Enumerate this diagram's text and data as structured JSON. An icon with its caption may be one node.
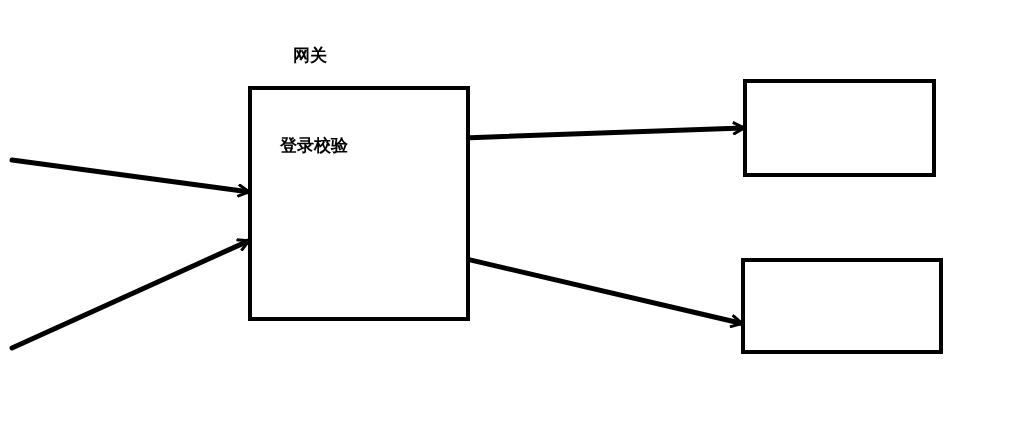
{
  "diagram": {
    "nodes": [
      {
        "text": [
          "网关",
          "登录校验"
        ]
      },
      {
        "text": [],
        "shape": "box"
      },
      {
        "text": [],
        "shape": "box"
      }
    ],
    "edges": [
      {
        "from": null,
        "to": 0,
        "arrow": "to"
      },
      {
        "from": null,
        "to": 0,
        "arrow": "to"
      },
      {
        "from": 0,
        "to": 1,
        "arrow": "to"
      },
      {
        "from": 0,
        "to": 2,
        "arrow": "to"
      }
    ]
  }
}
